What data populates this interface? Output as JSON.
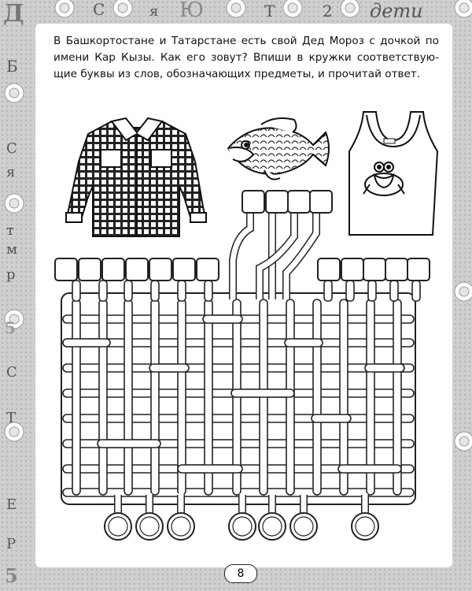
{
  "task": {
    "lines": [
      "В Башкортостане и Татарстане есть свой Дед Мороз с дочкой по",
      "имени Кар Кызы. Как его зовут? Впиши в кружки соответствую-",
      "щие буквы из слов, обозначающих предметы, и прочитай ответ."
    ]
  },
  "page_number": "8",
  "border_letters": {
    "top": [
      "Д",
      "С",
      "я",
      "Ю",
      "Т",
      "2",
      "дети"
    ],
    "left": [
      "Б",
      "С",
      "я",
      "т",
      "м",
      "р",
      "5",
      "С",
      "Т",
      "Е",
      "Р",
      "5"
    ]
  },
  "pictures": [
    "shirt-picture",
    "fish-picture",
    "tank-top-picture"
  ],
  "answer_circles": 7
}
